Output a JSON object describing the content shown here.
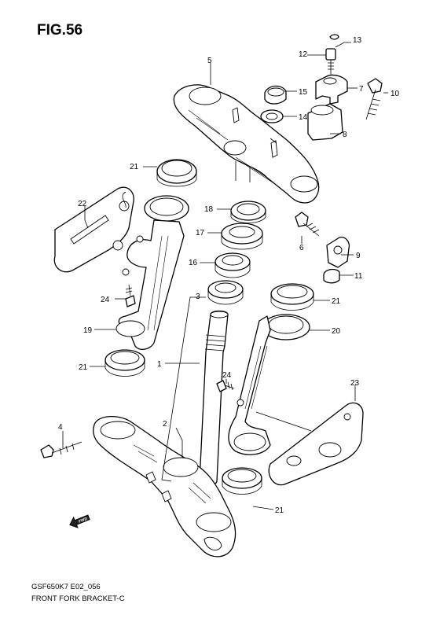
{
  "figure": {
    "title": "FIG.56",
    "code": "GSF650K7 E02_056",
    "name": "FRONT FORK BRACKET-C",
    "direction_label": "FWD"
  },
  "callouts": [
    {
      "id": "c1",
      "label": "1"
    },
    {
      "id": "c2",
      "label": "2"
    },
    {
      "id": "c3",
      "label": "3"
    },
    {
      "id": "c4",
      "label": "4"
    },
    {
      "id": "c5",
      "label": "5"
    },
    {
      "id": "c6",
      "label": "6"
    },
    {
      "id": "c7",
      "label": "7"
    },
    {
      "id": "c8",
      "label": "8"
    },
    {
      "id": "c9",
      "label": "9"
    },
    {
      "id": "c10",
      "label": "10"
    },
    {
      "id": "c11",
      "label": "11"
    },
    {
      "id": "c12",
      "label": "12"
    },
    {
      "id": "c13",
      "label": "13"
    },
    {
      "id": "c14",
      "label": "14"
    },
    {
      "id": "c15",
      "label": "15"
    },
    {
      "id": "c16",
      "label": "16"
    },
    {
      "id": "c17",
      "label": "17"
    },
    {
      "id": "c18",
      "label": "18"
    },
    {
      "id": "c19",
      "label": "19"
    },
    {
      "id": "c20",
      "label": "20"
    },
    {
      "id": "c21a",
      "label": "21"
    },
    {
      "id": "c21b",
      "label": "21"
    },
    {
      "id": "c21c",
      "label": "21"
    },
    {
      "id": "c21d",
      "label": "21"
    },
    {
      "id": "c22",
      "label": "22"
    },
    {
      "id": "c23",
      "label": "23"
    },
    {
      "id": "c24a",
      "label": "24"
    },
    {
      "id": "c24b",
      "label": "24"
    }
  ]
}
